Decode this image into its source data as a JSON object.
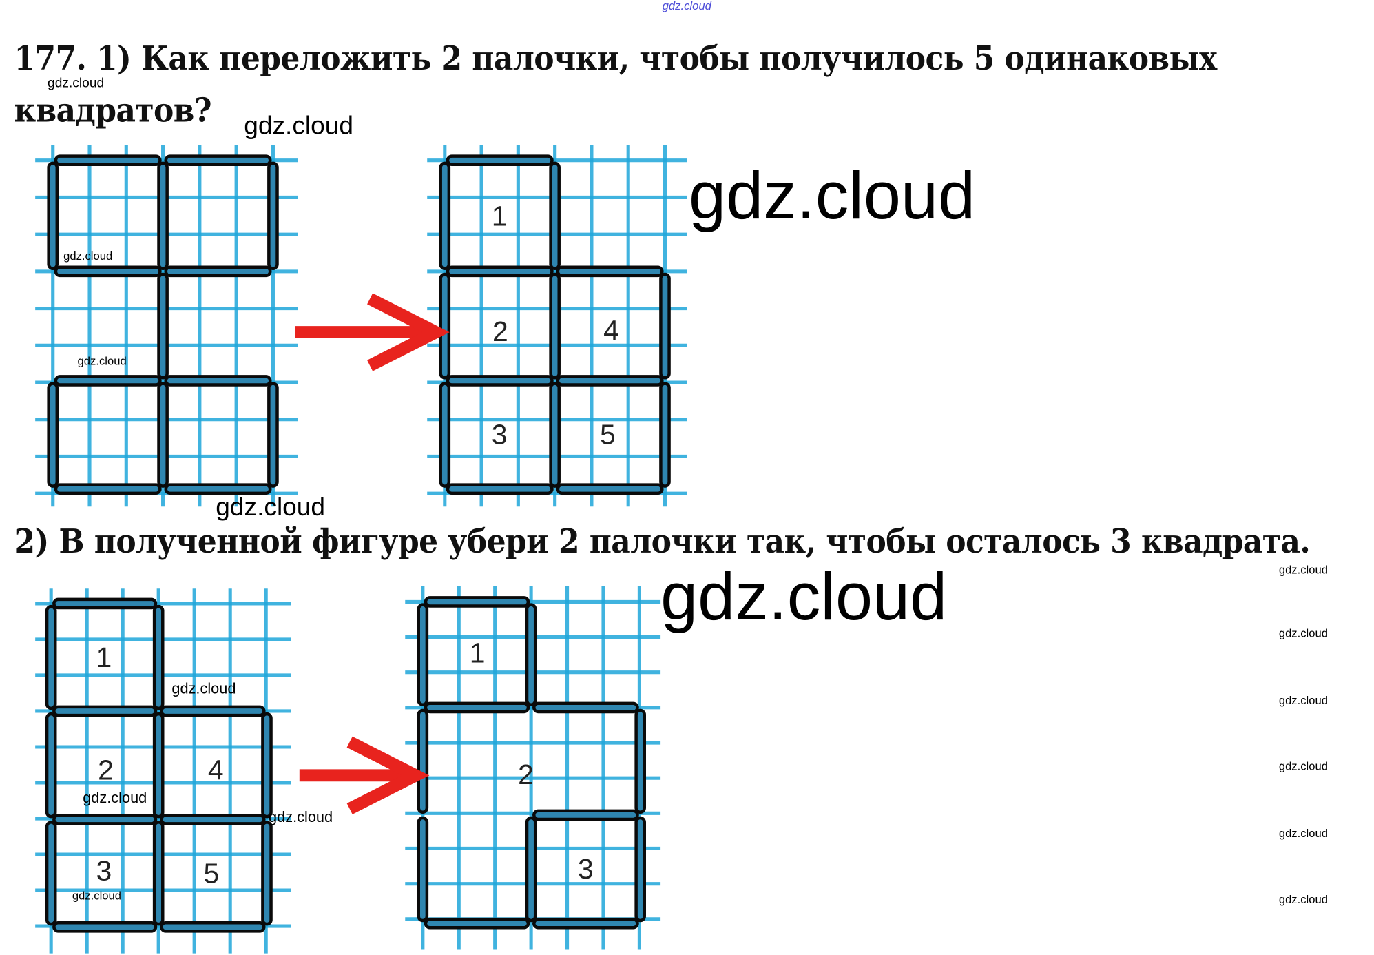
{
  "watermark_top": "gdz.cloud",
  "task": {
    "part1": "177. 1) Как переложить 2 палочки, чтобы получилось 5 одинаковых",
    "part1_cont": "квадратов?",
    "part2": "2) В полученной фигуре убери 2 палочки так, чтобы осталось 3 квадрата."
  },
  "figures": {
    "fig2_labels": [
      "1",
      "2",
      "4",
      "3",
      "5"
    ],
    "fig3_labels": [
      "1",
      "2",
      "4",
      "3",
      "5"
    ],
    "fig4_labels": [
      "1",
      "2",
      "3"
    ]
  },
  "watermarks": {
    "w1": "gdz.cloud",
    "w2": "gdz.cloud",
    "w3": "gdz.cloud",
    "w4": "gdz.cloud",
    "w5": "gdz.cloud",
    "w6": "gdz.cloud",
    "w7": "gdz.cloud",
    "w8": "gdz.cloud",
    "w9": "gdz.cloud",
    "w10": "gdz.cloud",
    "w11": "gdz.cloud",
    "w12": "gdz.cloud",
    "w13": "gdz.cloud",
    "w14": "gdz.cloud",
    "w15": "gdz.cloud",
    "w16": "gdz.cloud",
    "w17": "gdz.cloud",
    "w18": "gdz.cloud"
  },
  "colors": {
    "grid": "#1fa6da",
    "stick_fill": "#2f86b0",
    "stick_outline": "#0a0a0a",
    "arrow": "#e8231e"
  }
}
